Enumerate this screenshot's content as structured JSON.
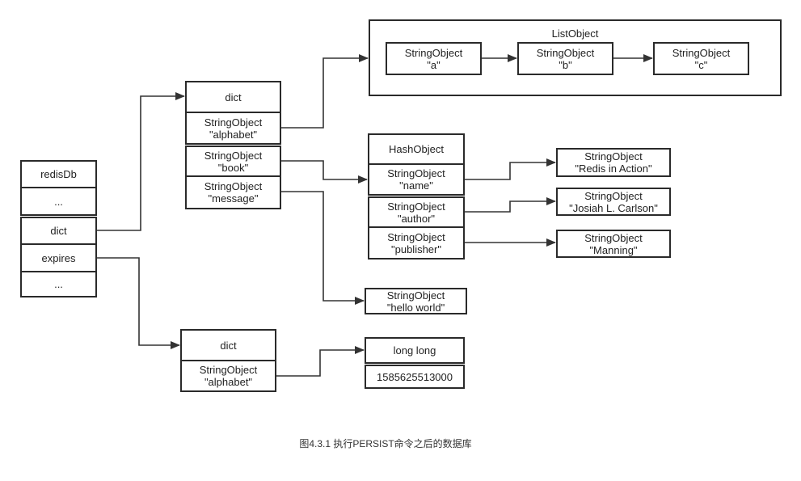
{
  "redis_db": {
    "cells": [
      "redisDb",
      "...",
      "dict",
      "expires",
      "..."
    ]
  },
  "db_dict": {
    "header": "dict",
    "keys": [
      {
        "type": "StringObject",
        "value": "\"alphabet\""
      },
      {
        "type": "StringObject",
        "value": "\"book\""
      },
      {
        "type": "StringObject",
        "value": "\"message\""
      }
    ]
  },
  "list_object": {
    "label": "ListObject",
    "items": [
      {
        "type": "StringObject",
        "value": "\"a\""
      },
      {
        "type": "StringObject",
        "value": "\"b\""
      },
      {
        "type": "StringObject",
        "value": "\"c\""
      }
    ]
  },
  "hash_object": {
    "header": "HashObject",
    "fields": [
      {
        "type": "StringObject",
        "value": "\"name\""
      },
      {
        "type": "StringObject",
        "value": "\"author\""
      },
      {
        "type": "StringObject",
        "value": "\"publisher\""
      }
    ],
    "values": [
      {
        "type": "StringObject",
        "value": "\"Redis in Action\""
      },
      {
        "type": "StringObject",
        "value": "\"Josiah L. Carlson\""
      },
      {
        "type": "StringObject",
        "value": "\"Manning\""
      }
    ]
  },
  "message_value": {
    "type": "StringObject",
    "value": "\"hello world\""
  },
  "expires_dict": {
    "header": "dict",
    "keys": [
      {
        "type": "StringObject",
        "value": "\"alphabet\""
      }
    ]
  },
  "expire_value": {
    "type": "long long",
    "value": "1585625513000"
  },
  "caption": "图4.3.1 执行PERSIST命令之后的数据库",
  "colors": {
    "line": "#333333",
    "border": "#2a2a2a",
    "background": "#ffffff"
  }
}
